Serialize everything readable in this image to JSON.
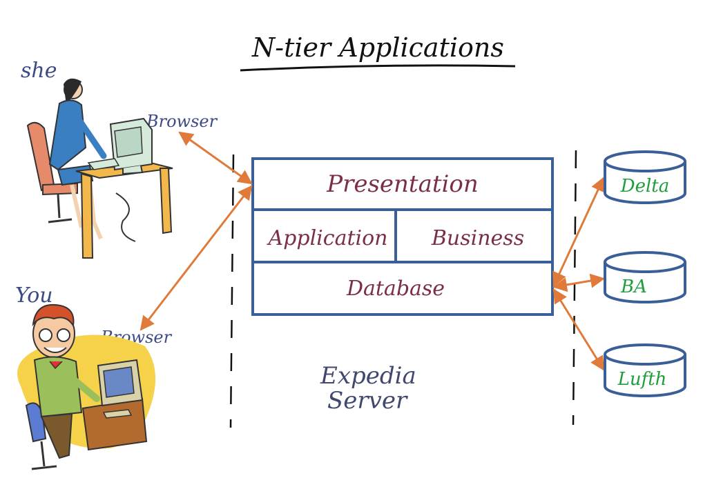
{
  "title": "N-tier Applications",
  "users": {
    "she": {
      "label": "she",
      "browser_label": "Browser"
    },
    "you": {
      "label": "You",
      "browser_label": "Browser"
    }
  },
  "server": {
    "name_line1": "Expedia",
    "name_line2": "Server",
    "layers": {
      "presentation": "Presentation",
      "application": "Application",
      "business": "Business",
      "database": "Database"
    }
  },
  "external_databases": [
    "Delta",
    "BA",
    "Lufth"
  ],
  "colors": {
    "title": "#111111",
    "box_stroke": "#3a5f98",
    "layer_text": "#7a2e47",
    "user_text": "#3c4a86",
    "db_text": "#1e9e3b",
    "arrow": "#e07a3a",
    "server_text": "#40486e"
  }
}
